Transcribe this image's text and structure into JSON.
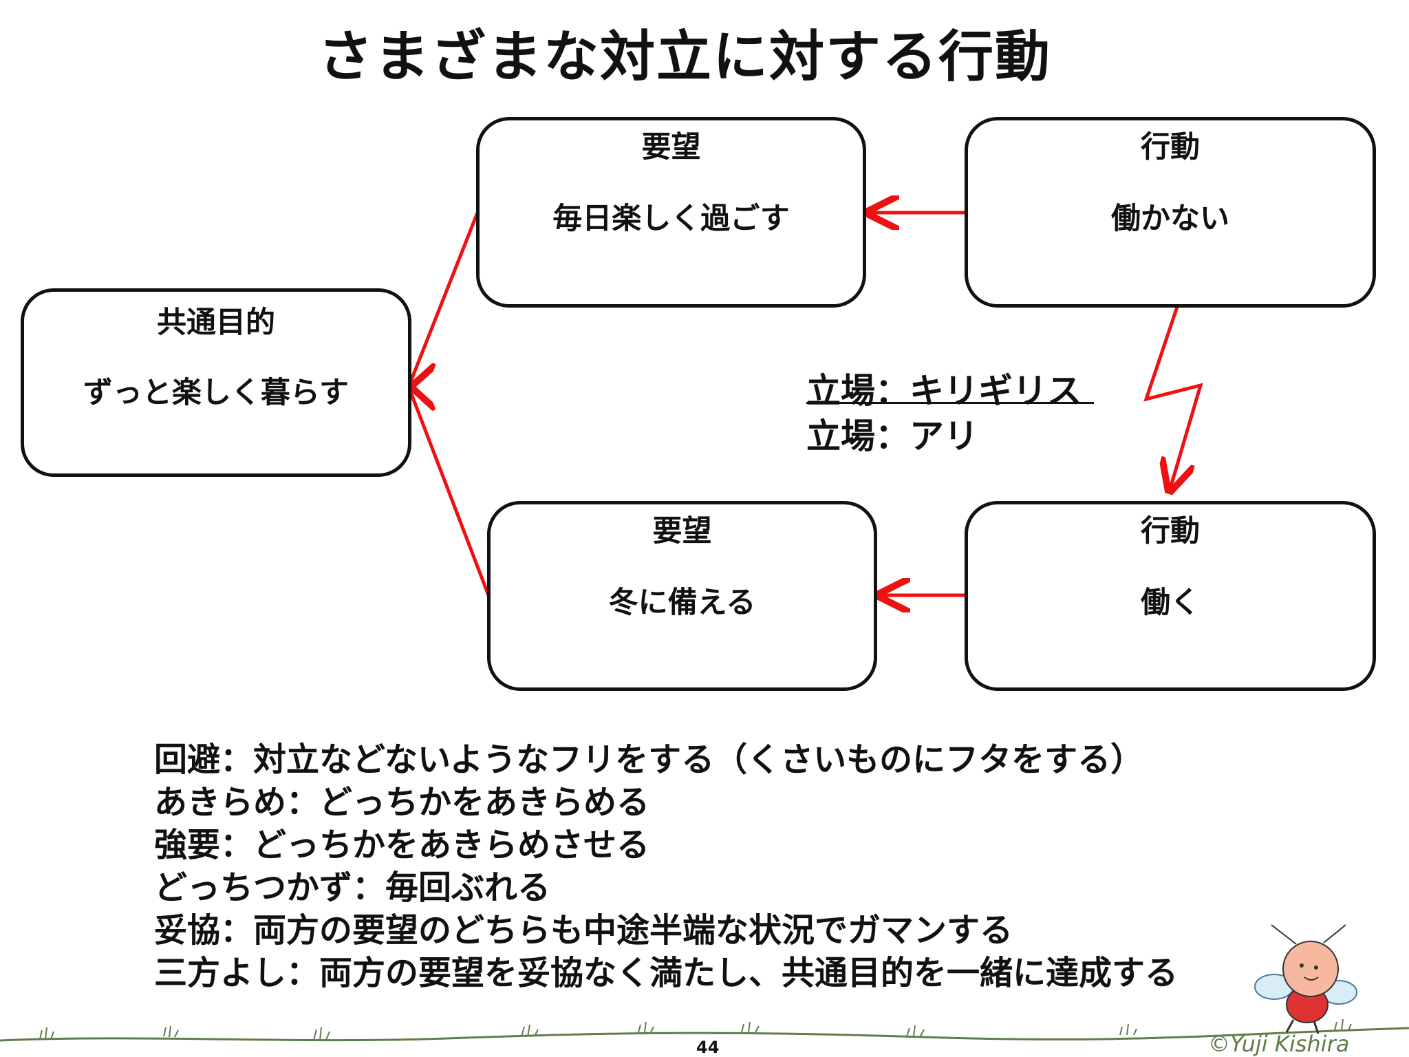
{
  "title": "さまざまな対立に対する行動",
  "boxes": {
    "common_goal": {
      "heading": "共通目的",
      "text": "ずっと楽しく暮らす"
    },
    "desire_top": {
      "heading": "要望",
      "text": "毎日楽しく過ごす"
    },
    "action_top": {
      "heading": "行動",
      "text": "働かない"
    },
    "desire_bottom": {
      "heading": "要望",
      "text": "冬に備える"
    },
    "action_bottom": {
      "heading": "行動",
      "text": "働く"
    }
  },
  "positions": [
    "立場：キリギリス",
    "立場：アリ"
  ],
  "notes": [
    "回避：対立などないようなフリをする（くさいものにフタをする）",
    "あきらめ：どっちかをあきらめる",
    "強要：どっちかをあきらめさせる",
    "どっちつかず：毎回ぶれる",
    "妥協：両方の要望のどちらも中途半端な状況でガマンする",
    "三方よし：両方の要望を妥協なく満たし、共通目的を一緒に達成する"
  ],
  "page_number": "44",
  "copyright": "©Yuji Kishira",
  "colors": {
    "arrow": "#ee1111",
    "ground": "#5e7d48"
  }
}
